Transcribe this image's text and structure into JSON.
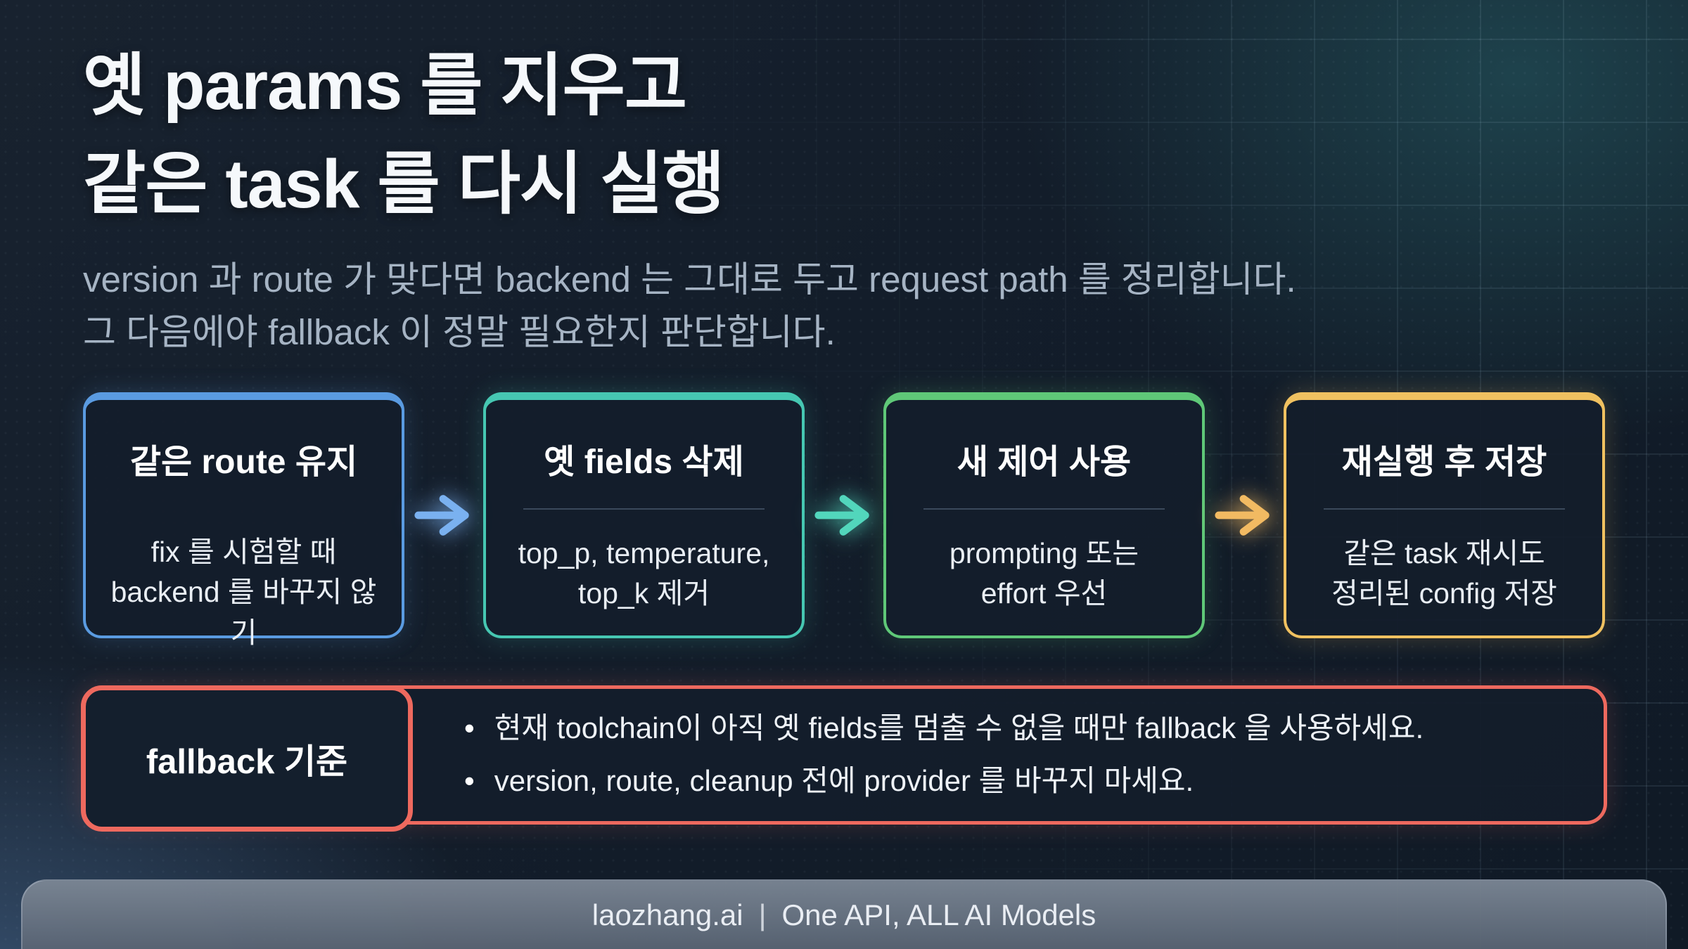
{
  "theme": {
    "accent-blue": "#5a9be1",
    "accent-teal": "#46c7b2",
    "accent-green": "#5fc878",
    "accent-amber": "#f0c160",
    "accent-red": "#ee695e",
    "text-muted": "#a6b4c4",
    "card-bg": "#141f2d"
  },
  "header": {
    "title_line1": "옛 params 를 지우고",
    "title_line2": "같은 task 를 다시 실행",
    "subtitle_line1": "version 과 route 가 맞다면 backend 는 그대로 두고 request path 를 정리합니다.",
    "subtitle_line2": "그 다음에야 fallback 이 정말 필요한지 판단합니다."
  },
  "steps": [
    {
      "title": "같은 route 유지",
      "body_line1": "fix 를 시험할 때",
      "body_line2": "backend 를 바꾸지 않기",
      "accent": "#5a9be1"
    },
    {
      "title": "옛 fields 삭제",
      "body_line1": "top_p, temperature,",
      "body_line2": "top_k 제거",
      "accent": "#46c7b2"
    },
    {
      "title": "새 제어 사용",
      "body_line1": "prompting 또는",
      "body_line2": "effort 우선",
      "accent": "#5fc878"
    },
    {
      "title": "재실행 후 저장",
      "body_line1": "같은 task 재시도",
      "body_line2": "정리된 config 저장",
      "accent": "#f0c160"
    }
  ],
  "arrows": [
    {
      "name": "arrow-1",
      "color": "#7ab1f0"
    },
    {
      "name": "arrow-2",
      "color": "#52d6bc"
    },
    {
      "name": "arrow-3",
      "color": "#f2ba62"
    }
  ],
  "fallback": {
    "label": "fallback 기준",
    "accent": "#ee695e",
    "bullets": [
      "현재 toolchain이 아직 옛 fields를 멈출 수 없을 때만 fallback 을 사용하세요.",
      "version, route, cleanup 전에 provider 를 바꾸지 마세요."
    ]
  },
  "footer": {
    "brand": "laozhang.ai",
    "separator": "|",
    "tagline": "One API, ALL AI Models"
  }
}
